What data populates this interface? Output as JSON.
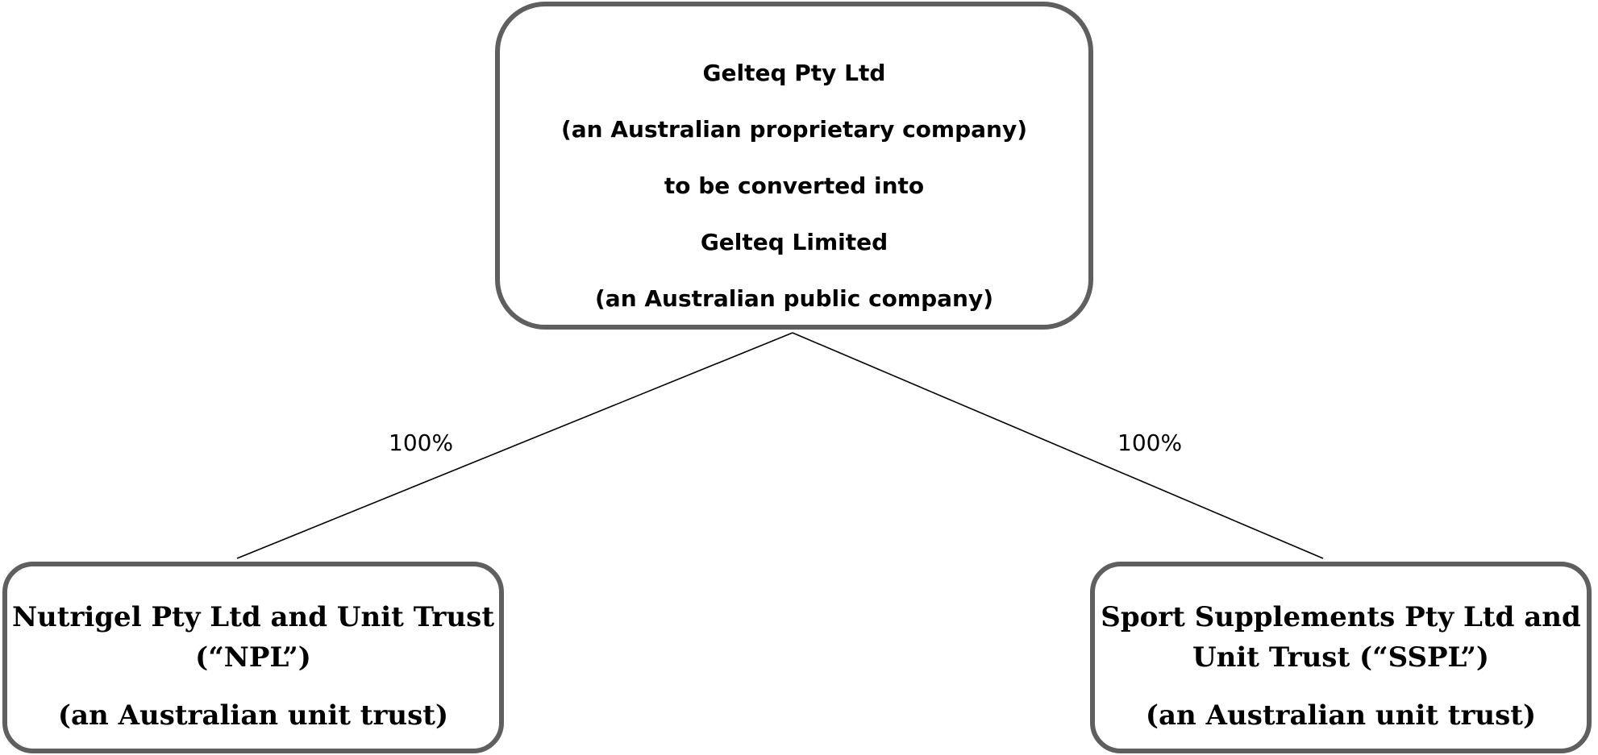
{
  "parent": {
    "lines": [
      "Gelteq Pty Ltd",
      "(an Australian proprietary company)",
      "to be converted into",
      "Gelteq Limited",
      "(an Australian public company)"
    ]
  },
  "subsidiaries": [
    {
      "name": "Nutrigel Pty Ltd and Unit Trust (“NPL”)",
      "type": "(an Australian unit trust)",
      "ownership": "100%"
    },
    {
      "name": "Sport Supplements Pty Ltd and Unit Trust (“SSPL”)",
      "type": "(an Australian unit trust)",
      "ownership": "100%"
    }
  ],
  "colors": {
    "box_border": "#5f5f5f",
    "connector": "#000000"
  }
}
